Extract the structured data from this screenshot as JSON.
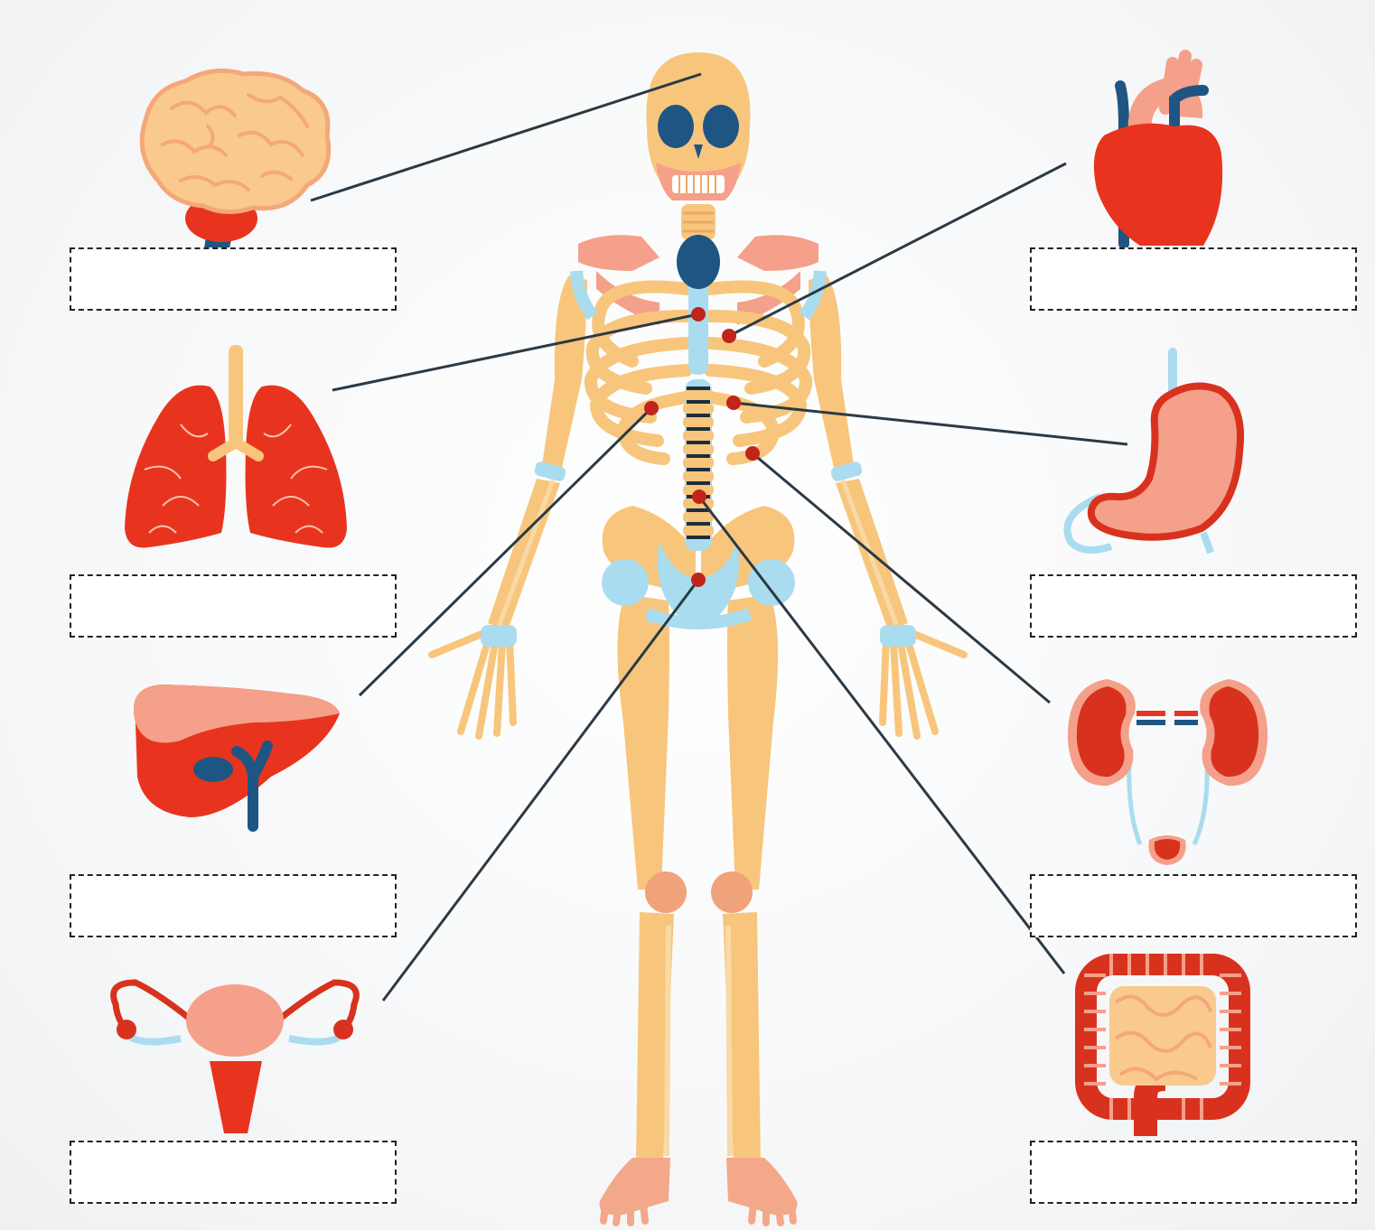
{
  "worksheet": {
    "organs": [
      {
        "id": "brain",
        "icon": "brain-icon",
        "answer": ""
      },
      {
        "id": "lungs",
        "icon": "lungs-icon",
        "answer": ""
      },
      {
        "id": "liver",
        "icon": "liver-icon",
        "answer": ""
      },
      {
        "id": "uterus",
        "icon": "uterus-icon",
        "answer": ""
      },
      {
        "id": "heart",
        "icon": "heart-icon",
        "answer": ""
      },
      {
        "id": "stomach",
        "icon": "stomach-icon",
        "answer": ""
      },
      {
        "id": "kidneys",
        "icon": "kidneys-icon",
        "answer": ""
      },
      {
        "id": "intestines",
        "icon": "intestines-icon",
        "answer": ""
      }
    ],
    "colors": {
      "bone": "#f7c67c",
      "organ_red": "#e8341e",
      "organ_pink": "#f4a08a",
      "vessel_blue": "#1f5583",
      "cartilage": "#aadcef",
      "connector": "#2b3a45",
      "dot": "#c0241a"
    }
  }
}
